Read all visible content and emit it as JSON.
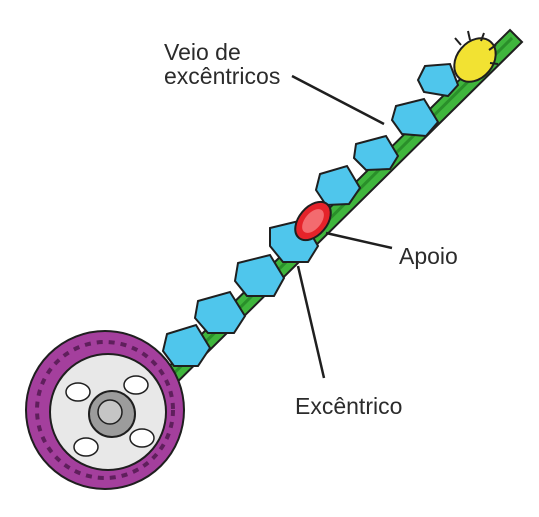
{
  "labels": {
    "camshaft_line1": "Veio de",
    "camshaft_line2": "excêntricos",
    "bearing": "Apoio",
    "cam": "Excêntrico"
  },
  "colors": {
    "shaft": "#3fb53c",
    "cam": "#4fc6ec",
    "bearing": "#e5232a",
    "gear": "#a43f9d",
    "gear_inner": "#e8e8e8",
    "hub": "#9c9c9c",
    "end_gear": "#f2e232",
    "outline": "#1f1f1f"
  }
}
